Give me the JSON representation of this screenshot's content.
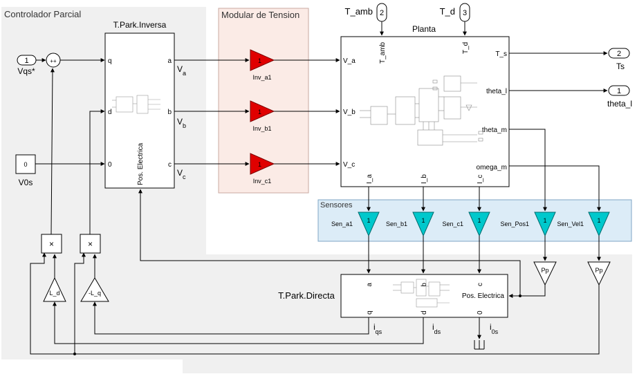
{
  "areas": {
    "controller": "Controlador Parcial",
    "modulator": "Modular de Tension",
    "sensors": "Sensores"
  },
  "inports": {
    "vqs": {
      "num": "1",
      "name": "Vqs*"
    },
    "t_amb": {
      "num": "2",
      "name": "T_amb"
    },
    "t_d": {
      "num": "3",
      "name": "T_d"
    }
  },
  "outports": {
    "ts": {
      "num": "2",
      "name": "Ts"
    },
    "theta_l": {
      "num": "1",
      "name": "theta_l"
    }
  },
  "constant": {
    "value": "0",
    "name": "V0s"
  },
  "park_inv": {
    "title": "T.Park.Inversa",
    "in_q": "q",
    "in_d": "d",
    "in_0": "0",
    "out_a": "a",
    "out_b": "b",
    "out_c": "c",
    "pos": "Pos. Electrica"
  },
  "signals": {
    "va": "V",
    "va_sub": "a",
    "vb": "V",
    "vb_sub": "b",
    "vc": "V",
    "vc_sub": "c",
    "iqs": "i",
    "iqs_sub": "qs",
    "ids": "i",
    "ids_sub": "ds",
    "i0s": "i",
    "i0s_sub": "0s"
  },
  "inverters": [
    {
      "gain": "1",
      "name": "Inv_a1"
    },
    {
      "gain": "1",
      "name": "Inv_b1"
    },
    {
      "gain": "1",
      "name": "Inv_c1"
    }
  ],
  "plant": {
    "title": "Planta",
    "in_va": "V_a",
    "in_vb": "V_b",
    "in_vc": "V_c",
    "in_tamb": "T_amb",
    "in_td": "T_d",
    "out_ts": "T_s",
    "out_theta_l": "theta_l",
    "out_theta_m": "theta_m",
    "out_omega_m": "omega_m",
    "out_ia": "I_a",
    "out_ib": "I_b",
    "out_ic": "I_c"
  },
  "sensors": [
    {
      "gain": "1",
      "name": "Sen_a1"
    },
    {
      "gain": "1",
      "name": "Sen_b1"
    },
    {
      "gain": "1",
      "name": "Sen_c1"
    },
    {
      "gain": "1",
      "name": "Sen_Pos1"
    },
    {
      "gain": "1",
      "name": "Sen_Vel1"
    }
  ],
  "pp_gains": [
    "Pp",
    "Pp"
  ],
  "park_dir": {
    "title": "T.Park.Directa",
    "in_a": "a",
    "in_b": "b",
    "in_c": "c",
    "out_q": "q",
    "out_d": "d",
    "out_0": "0",
    "pos": "Pos. Electrica"
  },
  "gains": {
    "ld": "L_d",
    "lq": "-L_q"
  },
  "product_symbol": "×",
  "sum_signs": "++",
  "colors": {
    "area_gray": "#f0f0f0",
    "area_pink": "#fbebe6",
    "area_blue": "#dcecf7",
    "inverter_red": "#e00000",
    "sensor_cyan": "#00c8cc"
  }
}
